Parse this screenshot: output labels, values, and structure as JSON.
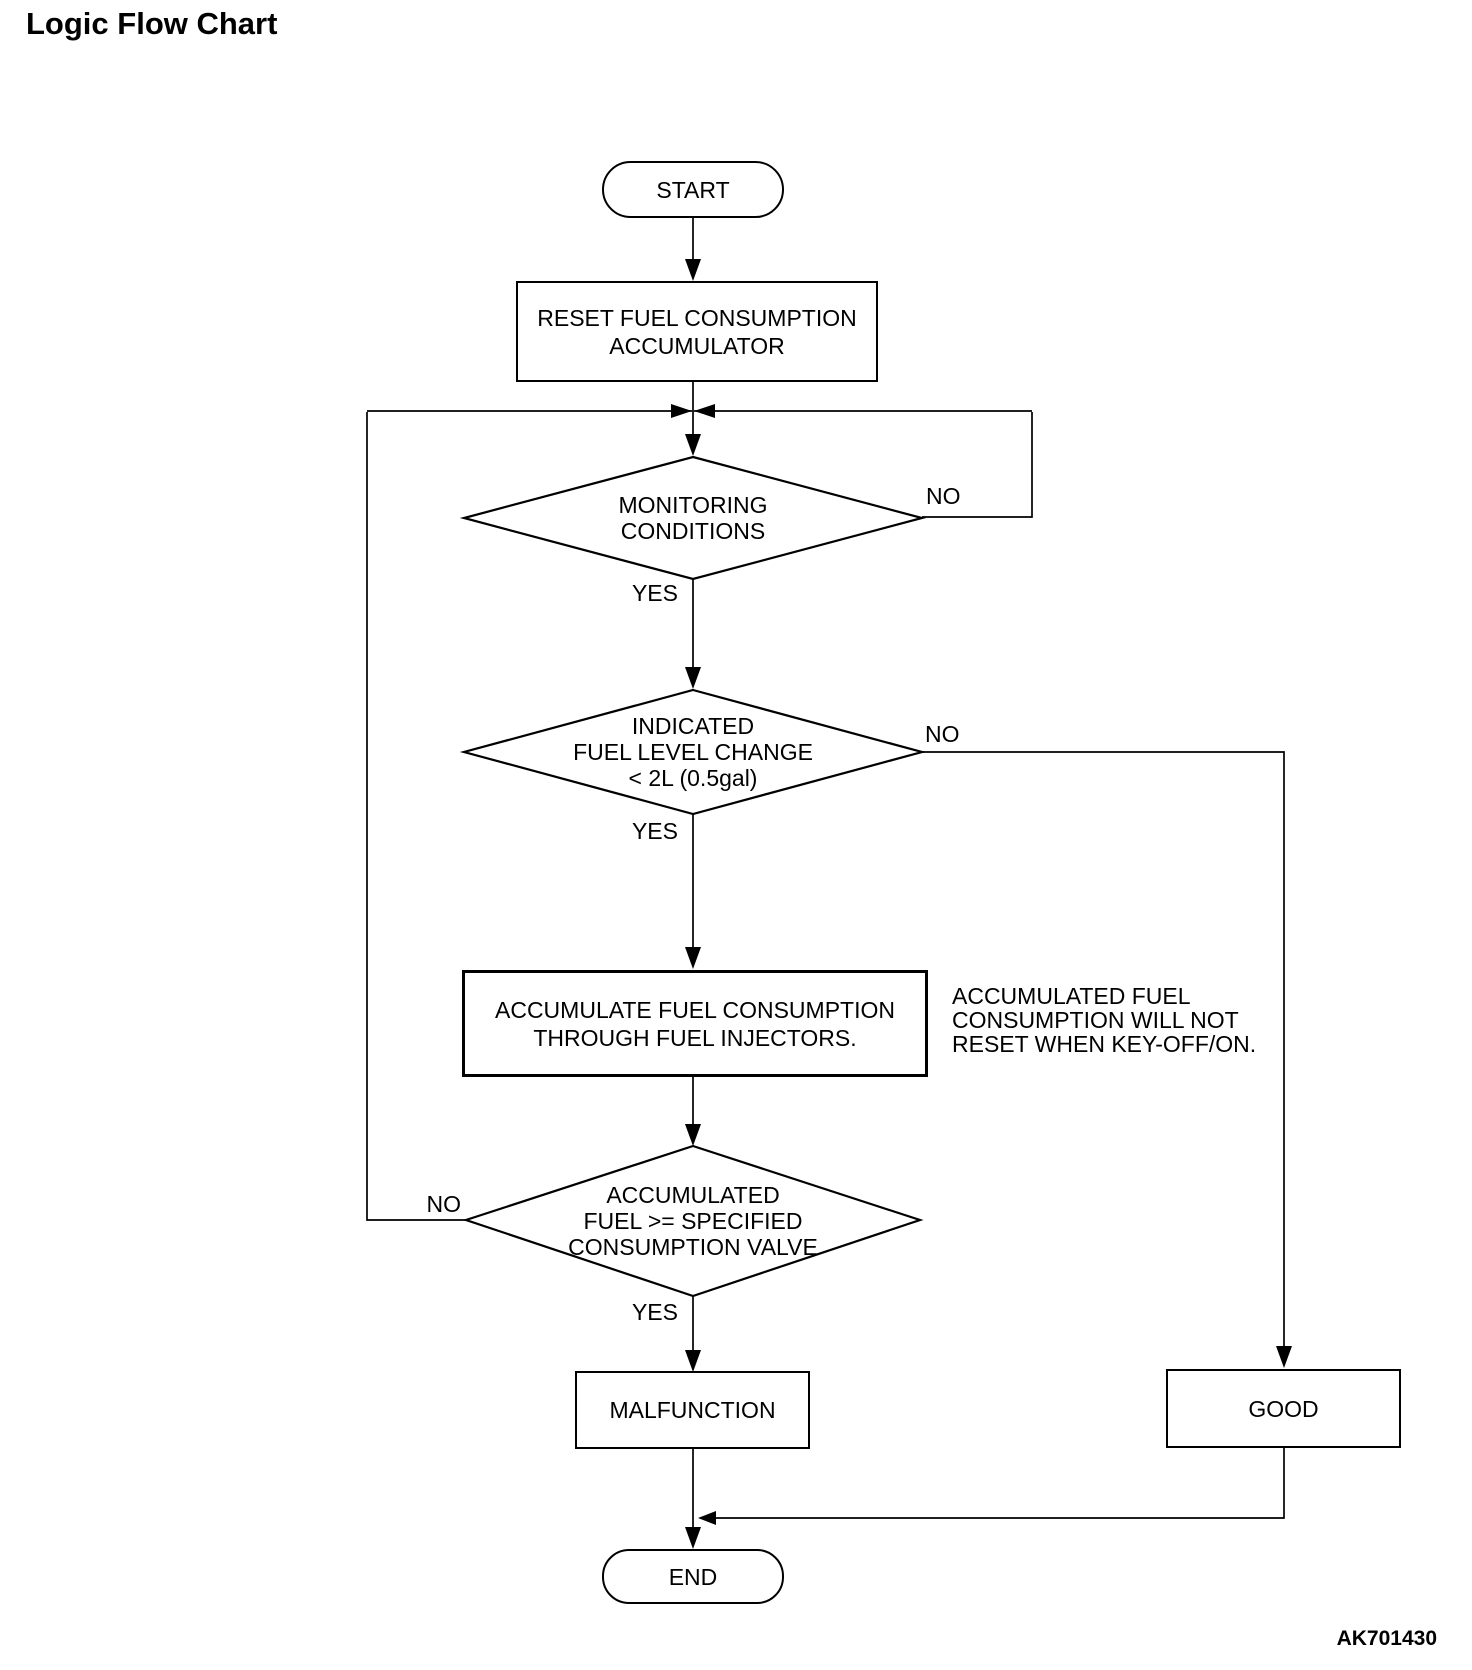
{
  "flowchart": {
    "title": "Logic Flow Chart",
    "code": "AK701430",
    "nodes": {
      "start": {
        "type": "terminator",
        "lines": [
          "START"
        ]
      },
      "reset": {
        "type": "process",
        "lines": [
          "RESET FUEL CONSUMPTION",
          "ACCUMULATOR"
        ]
      },
      "monitoring": {
        "type": "decision",
        "lines": [
          "MONITORING",
          "CONDITIONS"
        ]
      },
      "fuel_level": {
        "type": "decision",
        "lines": [
          "INDICATED",
          "FUEL LEVEL CHANGE",
          "< 2L (0.5gal)"
        ]
      },
      "accumulate": {
        "type": "process",
        "lines": [
          "ACCUMULATE FUEL CONSUMPTION",
          "THROUGH FUEL INJECTORS."
        ]
      },
      "accumulated_fuel": {
        "type": "decision",
        "lines": [
          "ACCUMULATED",
          "FUEL >= SPECIFIED",
          "CONSUMPTION VALVE"
        ]
      },
      "malfunction": {
        "type": "process",
        "lines": [
          "MALFUNCTION"
        ]
      },
      "good": {
        "type": "process",
        "lines": [
          "GOOD"
        ]
      },
      "end": {
        "type": "terminator",
        "lines": [
          "END"
        ]
      }
    },
    "annotation": {
      "lines": [
        "ACCUMULATED FUEL",
        "CONSUMPTION WILL NOT",
        "RESET WHEN KEY-OFF/ON."
      ]
    },
    "edges": [
      {
        "from": "start",
        "to": "reset",
        "label": ""
      },
      {
        "from": "reset",
        "to": "monitoring",
        "label": ""
      },
      {
        "from": "monitoring",
        "to": "fuel_level",
        "label": "YES"
      },
      {
        "from": "monitoring",
        "to": "monitoring_entry",
        "label": "NO"
      },
      {
        "from": "fuel_level",
        "to": "accumulate",
        "label": "YES"
      },
      {
        "from": "fuel_level",
        "to": "good",
        "label": "NO"
      },
      {
        "from": "accumulate",
        "to": "accumulated_fuel",
        "label": ""
      },
      {
        "from": "accumulated_fuel",
        "to": "malfunction",
        "label": "YES"
      },
      {
        "from": "accumulated_fuel",
        "to": "monitoring_entry",
        "label": "NO"
      },
      {
        "from": "malfunction",
        "to": "end",
        "label": ""
      },
      {
        "from": "good",
        "to": "end",
        "label": ""
      }
    ],
    "colors": {
      "ink": "#000000",
      "background": "#ffffff"
    }
  }
}
